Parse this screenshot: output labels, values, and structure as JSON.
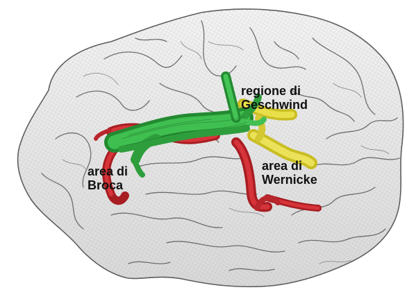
{
  "labels": {
    "broca": {
      "line1": "area di",
      "line2": "Broca"
    },
    "geschwind": {
      "line1": "regione di",
      "line2": "Geschwind"
    },
    "wernicke": {
      "line1": "area di",
      "line2": "Wernicke"
    }
  },
  "colors": {
    "background": "#ffffff",
    "brain_fill": "#e9e9e9",
    "brain_mesh": "#8a8a8a",
    "arcuate_green": "#39b54a",
    "broca_red": "#c9252c",
    "wernicke_yellow": "#e4d93a",
    "label_text": "#111111"
  }
}
